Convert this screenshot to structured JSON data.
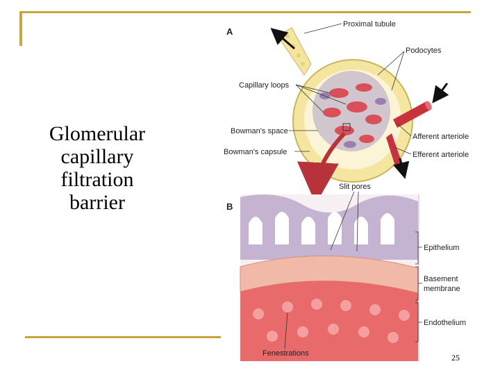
{
  "slide": {
    "title_lines": [
      "Glomerular",
      "capillary",
      "filtration",
      "barrier"
    ],
    "page_number": "25"
  },
  "figure": {
    "panel_a": {
      "letter": "A",
      "labels": {
        "proximal_tubule": "Proximal tubule",
        "podocytes": "Podocytes",
        "capillary_loops": "Capillary loops",
        "bowmans_space": "Bowman's space",
        "bowmans_capsule": "Bowman's capsule",
        "afferent_arteriole": "Afferent arteriole",
        "efferent_arteriole": "Efferent arteriole"
      }
    },
    "panel_b": {
      "letter": "B",
      "labels": {
        "slit_pores": "Slit pores",
        "epithelium": "Epithelium",
        "basement_membrane_1": "Basement",
        "basement_membrane_2": "membrane",
        "endothelium": "Endothelium",
        "fenestrations": "Fenestrations"
      }
    },
    "colors": {
      "capsule_yellow": "#f4e6a0",
      "capillary_red": "#d8505a",
      "podocyte_lavender": "#b8a6c8",
      "basement_pink": "#f0b9a8",
      "endothelium_red": "#e86a6a",
      "arrow_red": "#b8323c"
    }
  }
}
